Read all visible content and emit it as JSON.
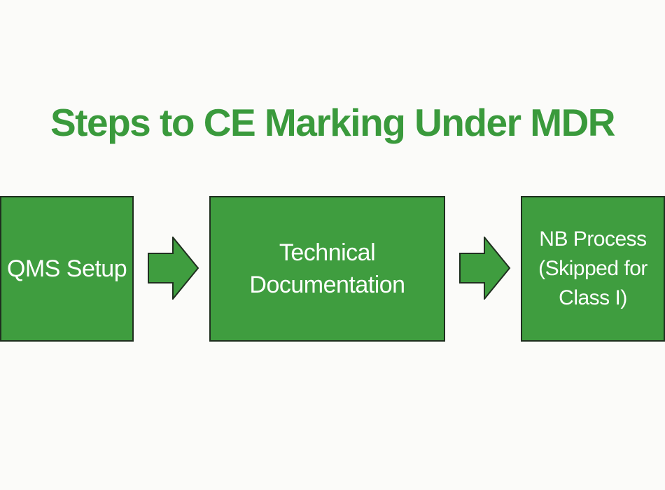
{
  "title": "Steps to CE Marking Under MDR",
  "steps": [
    {
      "lines": [
        "QMS Setup"
      ]
    },
    {
      "lines": [
        "Technical",
        "Documentation"
      ]
    },
    {
      "lines": [
        "NB Process",
        "(Skipped for",
        "Class I)"
      ]
    }
  ],
  "colors": {
    "title": "#3a9a3c",
    "box": "#3f9d3f",
    "border": "#1f2f1f",
    "text": "#ffffff"
  }
}
